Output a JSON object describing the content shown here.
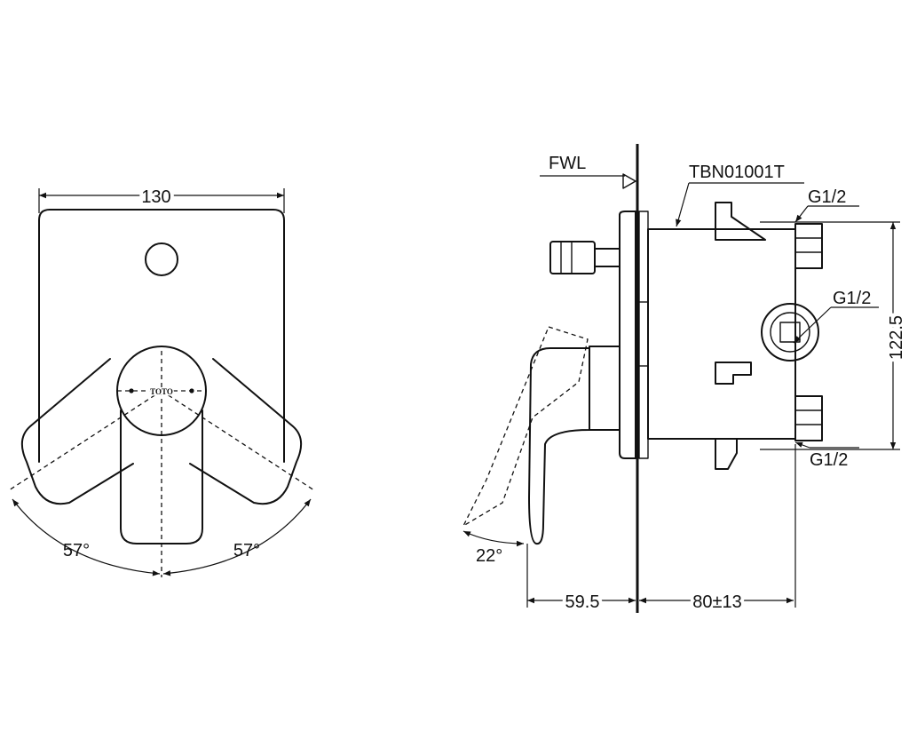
{
  "front_view": {
    "width_label": "130",
    "left_angle_label": "57°",
    "right_angle_label": "57°",
    "logo_text": "TOTO"
  },
  "side_view": {
    "fwl_label": "FWL",
    "part_number": "TBN01001T",
    "top_port_label": "G1/2",
    "mid_port_label": "G1/2",
    "bottom_port_label": "G1/2",
    "height_label": "122.5",
    "angle_label": "22°",
    "projection_label": "59.5",
    "depth_label": "80±13"
  }
}
